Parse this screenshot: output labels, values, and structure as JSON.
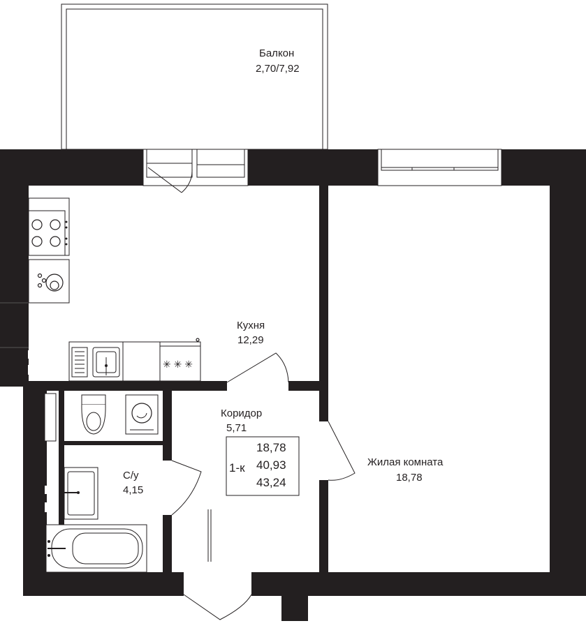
{
  "rooms": {
    "balcony": {
      "name": "Балкон",
      "area": "2,70/7,92"
    },
    "kitchen": {
      "name": "Кухня",
      "area": "12,29"
    },
    "corridor": {
      "name": "Коридор",
      "area": "5,71"
    },
    "bathroom": {
      "name": "С/у",
      "area": "4,15"
    },
    "living": {
      "name": "Жилая комната",
      "area": "18,78"
    }
  },
  "summary": {
    "type": "1-к",
    "living_area": "18,78",
    "total_area": "40,93",
    "total_area_with_balcony": "43,24"
  },
  "colors": {
    "wall": "#231f20",
    "background": "#ffffff"
  },
  "icons": {
    "stove": "stove-icon",
    "boiler": "boiler-icon",
    "sink": "sink-icon",
    "toilet": "toilet-icon",
    "washer": "washing-machine-icon",
    "bathtub": "bathtub-icon"
  }
}
